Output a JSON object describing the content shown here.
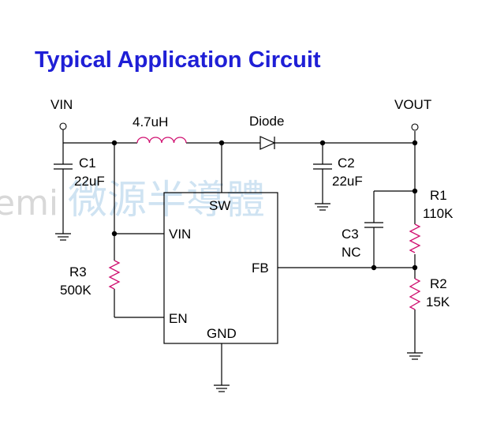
{
  "title": "Typical Application Circuit",
  "watermark": {
    "cjk": "微源半導體",
    "partial": "emi"
  },
  "colors": {
    "title": "#1f1fd6",
    "wire": "#000000",
    "resistor_inductor": "#d01070",
    "watermark": "#cfe3f2"
  },
  "labels": {
    "vin": "VIN",
    "vout": "VOUT",
    "inductor": "4.7uH",
    "diode": "Diode",
    "c1_name": "C1",
    "c1_value": "22uF",
    "c2_name": "C2",
    "c2_value": "22uF",
    "c3_name": "C3",
    "c3_value": "NC",
    "r1_name": "R1",
    "r1_value": "110K",
    "r2_name": "R2",
    "r2_value": "15K",
    "r3_name": "R3",
    "r3_value": "500K"
  },
  "ic_pins": {
    "sw": "SW",
    "vin": "VIN",
    "fb": "FB",
    "en": "EN",
    "gnd": "GND"
  }
}
